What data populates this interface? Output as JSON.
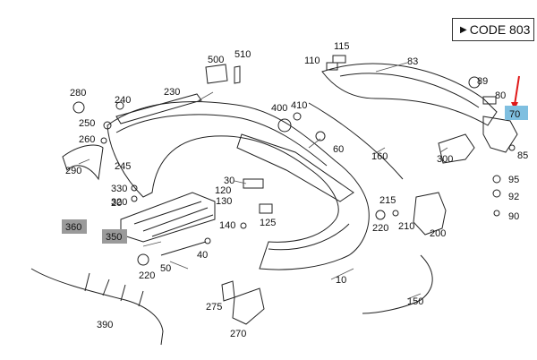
{
  "code_box": {
    "arrow_glyph": "▶",
    "text": "CODE 803"
  },
  "highlight_color": "#7fbfe0",
  "gray_highlight_color": "#9a9a9a",
  "pointer_color": "#e01818",
  "part_labels": [
    {
      "id": "p10",
      "text": "10"
    },
    {
      "id": "p20",
      "text": "20"
    },
    {
      "id": "p30",
      "text": "30"
    },
    {
      "id": "p40",
      "text": "40"
    },
    {
      "id": "p50",
      "text": "50"
    },
    {
      "id": "p60",
      "text": "60"
    },
    {
      "id": "p70",
      "text": "70"
    },
    {
      "id": "p80",
      "text": "80"
    },
    {
      "id": "p83",
      "text": "83"
    },
    {
      "id": "p85",
      "text": "85"
    },
    {
      "id": "p89",
      "text": "89"
    },
    {
      "id": "p90",
      "text": "90"
    },
    {
      "id": "p92",
      "text": "92"
    },
    {
      "id": "p95",
      "text": "95"
    },
    {
      "id": "p110",
      "text": "110"
    },
    {
      "id": "p115",
      "text": "115"
    },
    {
      "id": "p120",
      "text": "120"
    },
    {
      "id": "p125",
      "text": "125"
    },
    {
      "id": "p130",
      "text": "130"
    },
    {
      "id": "p140",
      "text": "140"
    },
    {
      "id": "p150",
      "text": "150"
    },
    {
      "id": "p160",
      "text": "160"
    },
    {
      "id": "p200",
      "text": "200"
    },
    {
      "id": "p210",
      "text": "210"
    },
    {
      "id": "p215",
      "text": "215"
    },
    {
      "id": "p220a",
      "text": "220"
    },
    {
      "id": "p220b",
      "text": "220"
    },
    {
      "id": "p230",
      "text": "230"
    },
    {
      "id": "p240",
      "text": "240"
    },
    {
      "id": "p245",
      "text": "245"
    },
    {
      "id": "p250",
      "text": "250"
    },
    {
      "id": "p260",
      "text": "260"
    },
    {
      "id": "p270",
      "text": "270"
    },
    {
      "id": "p275",
      "text": "275"
    },
    {
      "id": "p280",
      "text": "280"
    },
    {
      "id": "p290",
      "text": "290"
    },
    {
      "id": "p300",
      "text": "300"
    },
    {
      "id": "p320",
      "text": "320"
    },
    {
      "id": "p330",
      "text": "330"
    },
    {
      "id": "p350",
      "text": "350"
    },
    {
      "id": "p360",
      "text": "360"
    },
    {
      "id": "p390",
      "text": "390"
    },
    {
      "id": "p400",
      "text": "400"
    },
    {
      "id": "p410",
      "text": "410"
    },
    {
      "id": "p500",
      "text": "500"
    },
    {
      "id": "p510",
      "text": "510"
    }
  ]
}
